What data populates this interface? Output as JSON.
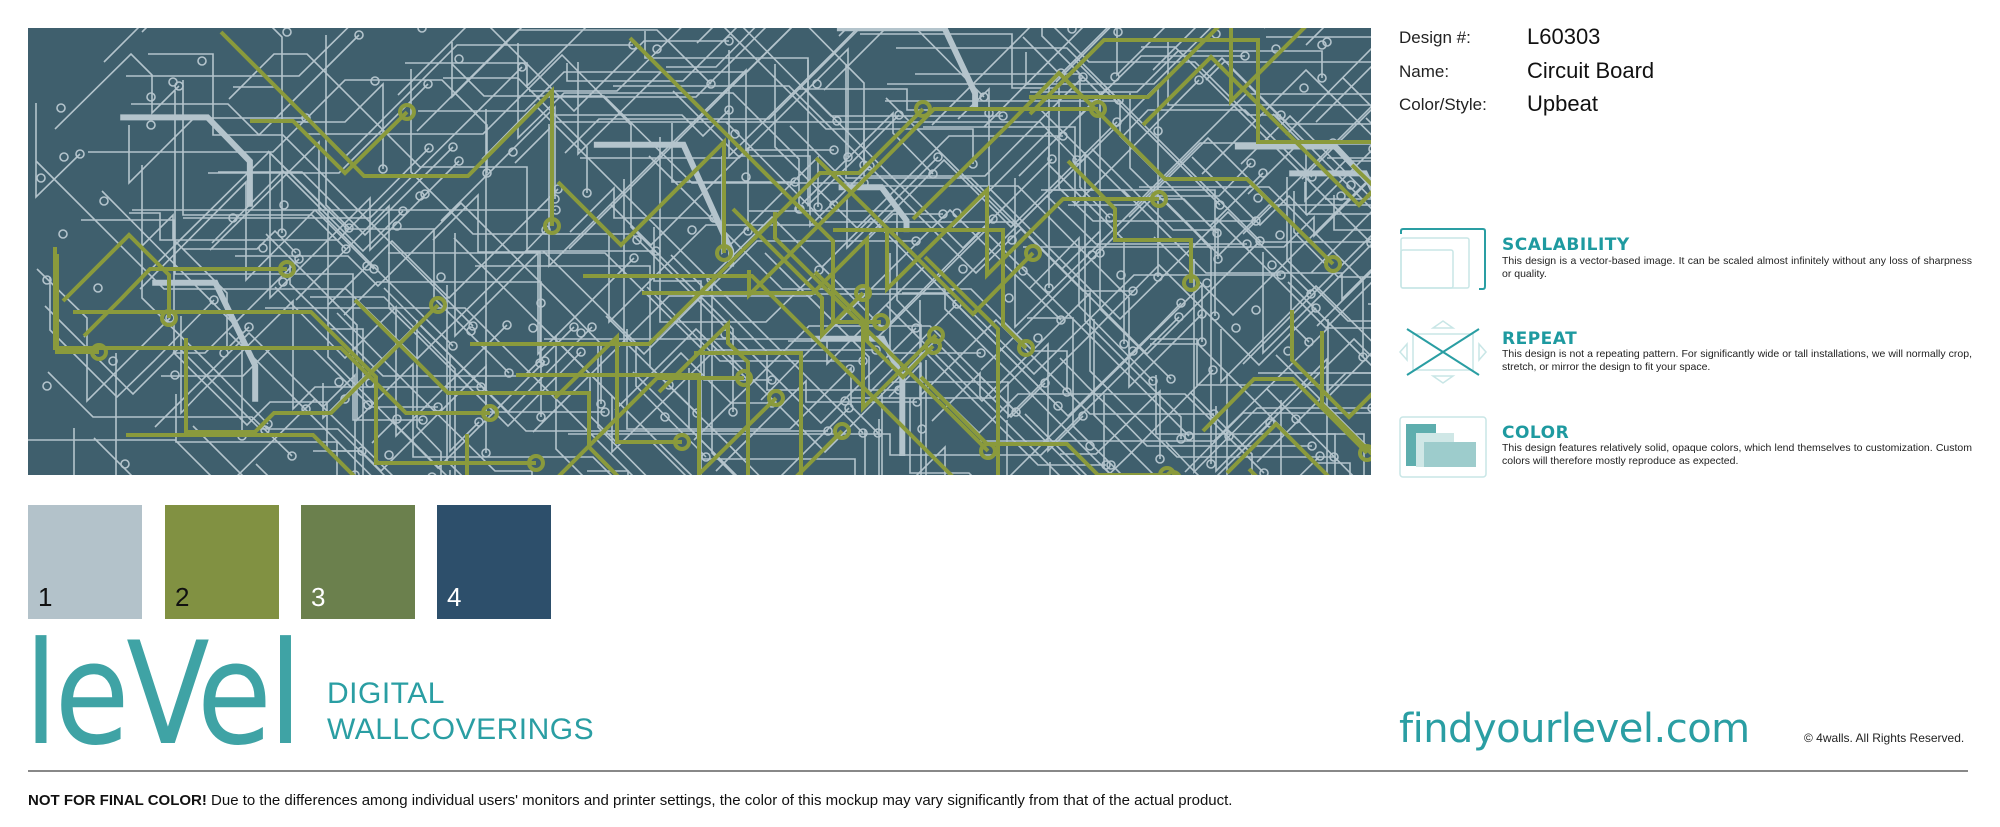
{
  "design_info": {
    "design_label": "Design #:",
    "design_value": "L60303",
    "name_label": "Name:",
    "name_value": "Circuit Board",
    "style_label": "Color/Style:",
    "style_value": "Upbeat"
  },
  "features": [
    {
      "icon": "scalability-icon",
      "title": "SCALABILITY",
      "text": "This design is a vector-based image. It can be scaled almost infinitely without any loss of sharpness or quality."
    },
    {
      "icon": "repeat-icon",
      "title": "REPEAT",
      "text": "This design is not a repeating pattern. For significantly wide or tall installations, we will normally crop, stretch, or mirror the design to fit your space."
    },
    {
      "icon": "color-icon",
      "title": "COLOR",
      "text": "This design features relatively solid, opaque colors, which lend themselves to customization. Custom colors will therefore mostly reproduce as expected."
    }
  ],
  "swatches": [
    {
      "label": "1",
      "color": "#b3c2ca"
    },
    {
      "label": "2",
      "color": "#819142"
    },
    {
      "label": "3",
      "color": "#6b804d"
    },
    {
      "label": "4",
      "color": "#2d4f6b"
    }
  ],
  "brand": {
    "logo": "leVel",
    "tagline_1": "DIGITAL",
    "tagline_2": "WALLCOVERINGS",
    "url": "findyourlevel.com",
    "copyright": "© 4walls. All Rights Reserved.",
    "accent": "#3fa3a5"
  },
  "disclaimer": {
    "bold": "NOT FOR FINAL COLOR!",
    "text": " Due to the differences among individual users' monitors and printer settings, the color of this mockup may vary significantly from that of the actual product."
  },
  "pattern_colors": {
    "background": "#3f5f6d",
    "trace": "#b4c4cc",
    "accent_trace": "#8a9a3c"
  }
}
